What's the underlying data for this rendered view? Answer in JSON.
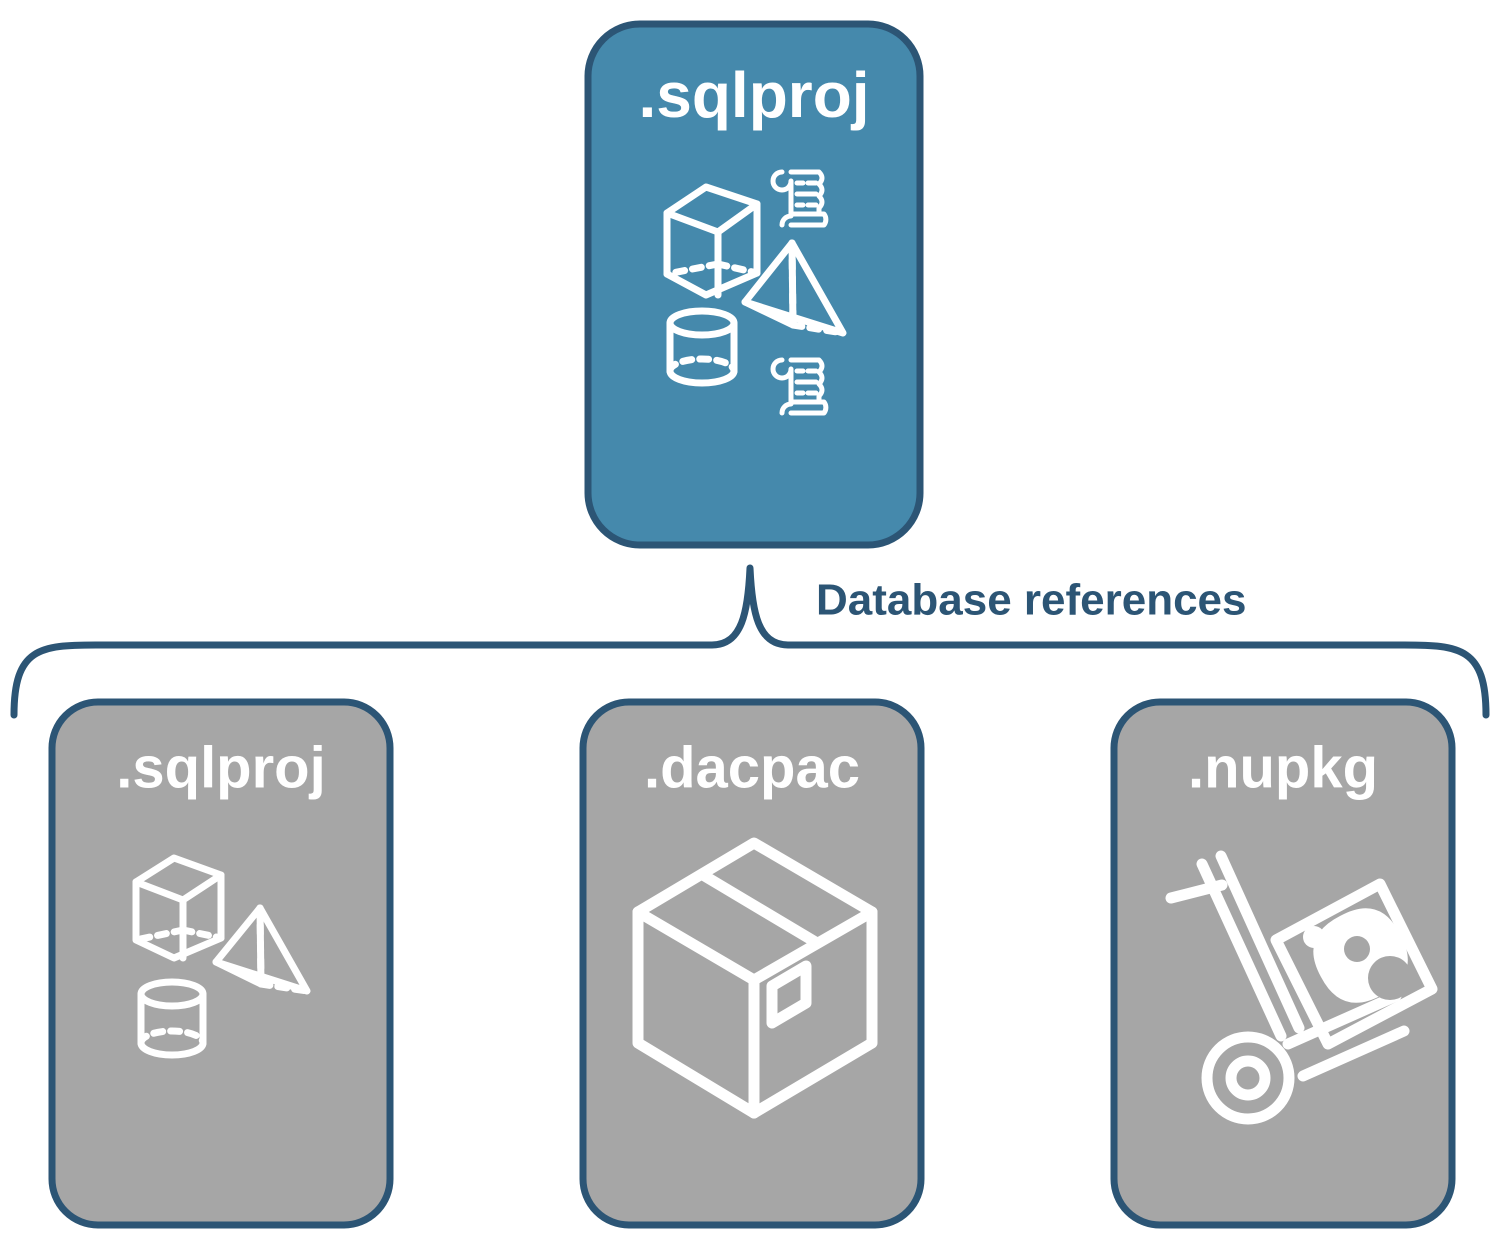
{
  "diagram": {
    "title_root": ".sqlproj",
    "connector_label": "Database references",
    "colors": {
      "root_fill": "#4589ac",
      "card_fill": "#a6a6a6",
      "border": "#2c5575",
      "icon": "#ffffff",
      "label_text": "#2c5575",
      "card_text": "#ffffff",
      "background": "#ffffff"
    },
    "root_card": {
      "label": ".sqlproj",
      "fill": "#4589ac",
      "icons": [
        "wireframe-cube-icon",
        "scroll-icon",
        "wireframe-pyramid-icon",
        "wireframe-cylinder-icon",
        "scroll-icon"
      ]
    },
    "reference_cards": [
      {
        "label": ".sqlproj",
        "fill": "#a6a6a6",
        "icons": [
          "wireframe-cube-icon",
          "wireframe-pyramid-icon",
          "wireframe-cylinder-icon"
        ]
      },
      {
        "label": ".dacpac",
        "fill": "#a6a6a6",
        "icons": [
          "package-box-icon"
        ]
      },
      {
        "label": ".nupkg",
        "fill": "#a6a6a6",
        "icons": [
          "hand-truck-package-icon"
        ]
      }
    ]
  }
}
